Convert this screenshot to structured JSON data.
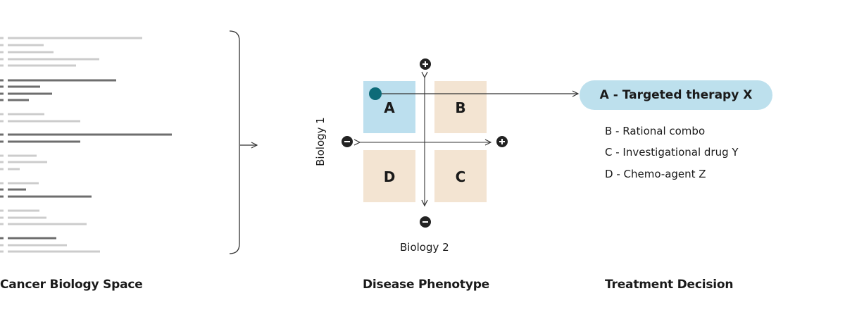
{
  "captions": {
    "biology_space": "Cancer Biology Space",
    "phenotype": "Disease Phenotype",
    "decision": "Treatment Decision"
  },
  "quadrants": {
    "a": "A",
    "b": "B",
    "c": "C",
    "d": "D"
  },
  "axes": {
    "vertical_label": "Biology 1",
    "horizontal_label": "Biology 2",
    "plus_symbol": "+",
    "minus_symbol": "−"
  },
  "treatment": {
    "selected": "A - Targeted therapy X",
    "options": [
      "B - Rational combo",
      "C - Investigational drug Y",
      "D - Chemo-agent Z"
    ]
  },
  "colors": {
    "quadrant_selected": "#bcdfee",
    "quadrant_other": "#f3e4d2",
    "marker": "#0e6b78",
    "pill": "#bde0ed",
    "bar_light": "#cccccc",
    "bar_dark": "#6e6e6e",
    "line": "#333333"
  }
}
